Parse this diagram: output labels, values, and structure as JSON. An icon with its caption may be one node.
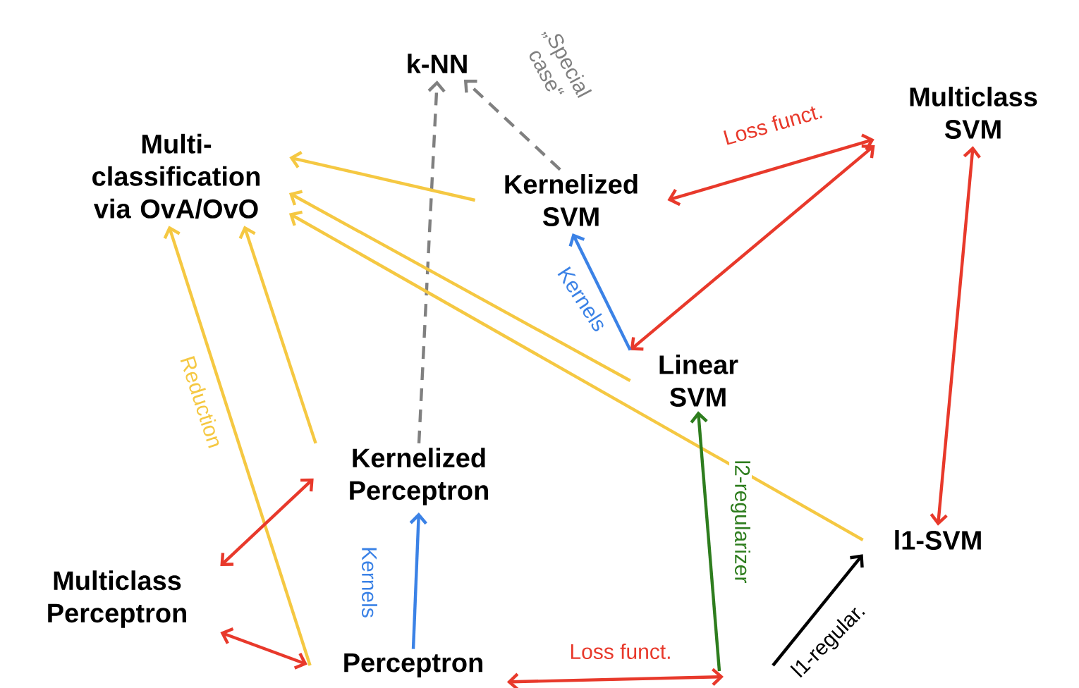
{
  "diagram": {
    "nodes": [
      {
        "text": [
          "k-NN"
        ]
      },
      {
        "text": [
          "Multi-classification via OvA/OvO"
        ]
      },
      {
        "text": [
          "Kernelized SVM"
        ]
      },
      {
        "text": [
          "Multiclass SVM"
        ]
      },
      {
        "text": [
          "Linear SVM"
        ]
      },
      {
        "text": [
          "Kernelized Perceptron"
        ]
      },
      {
        "text": [
          "l1-SVM"
        ]
      },
      {
        "text": [
          "Multiclass Perceptron"
        ]
      },
      {
        "text": [
          "Perceptron"
        ]
      }
    ],
    "edges": [
      {
        "from": 2,
        "to": 0,
        "arrow": "to",
        "label": "„Special case“",
        "style": "dashed",
        "color": "#808080"
      },
      {
        "from": 5,
        "to": 0,
        "arrow": "to",
        "style": "dashed",
        "color": "#808080"
      },
      {
        "from": 2,
        "to": 1,
        "arrow": "to",
        "color": "#f5c842"
      },
      {
        "from": 4,
        "to": 1,
        "arrow": "to",
        "color": "#f5c842"
      },
      {
        "from": 6,
        "to": 1,
        "arrow": "to",
        "color": "#f5c842"
      },
      {
        "from": 5,
        "to": 1,
        "arrow": "to",
        "color": "#f5c842"
      },
      {
        "from": 8,
        "to": 1,
        "arrow": "to",
        "label": "Reduction",
        "color": "#f5c842"
      },
      {
        "from": 2,
        "to": 3,
        "arrow": "both",
        "label": "Loss funct."
      },
      {
        "from": 4,
        "to": 3,
        "arrow": "both"
      },
      {
        "from": 6,
        "to": 3,
        "arrow": "both"
      },
      {
        "from": 4,
        "to": 2,
        "arrow": "to",
        "label": "Kernels",
        "color": "#3b82e6"
      },
      {
        "from": 8,
        "to": 5,
        "arrow": "to",
        "label": "Kernels",
        "color": "#3b82e6"
      },
      {
        "from": 7,
        "to": 5,
        "arrow": "both"
      },
      {
        "from": 7,
        "to": 8,
        "arrow": "both"
      },
      {
        "from": 8,
        "to": null,
        "arrow": "both",
        "label": "Loss funct."
      },
      {
        "from": null,
        "to": 4,
        "arrow": "to",
        "label": "l2-regularizer",
        "color": "#2e7d1e"
      },
      {
        "from": null,
        "to": 6,
        "arrow": "to",
        "label": "l1-regular.",
        "color": "#000000"
      }
    ]
  }
}
